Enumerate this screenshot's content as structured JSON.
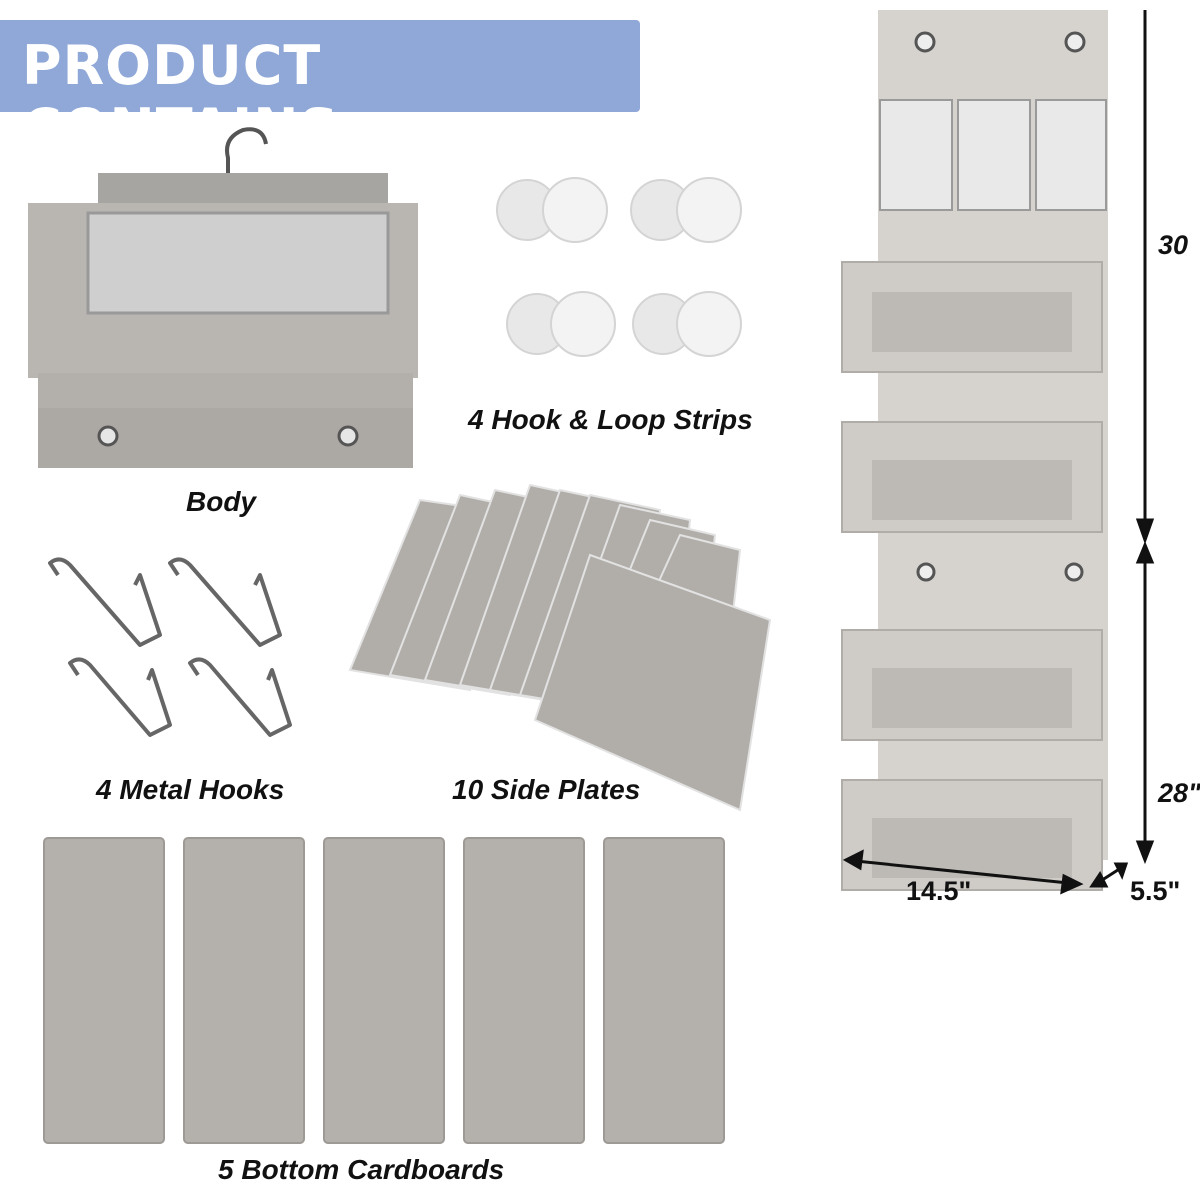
{
  "header": {
    "title": "PRODUCT CONTAINS"
  },
  "items": {
    "body": "Body",
    "strips": "4 Hook & Loop Strips",
    "hooks": "4 Metal Hooks",
    "plates": "10 Side Plates",
    "cardboards": "5 Bottom Cardboards"
  },
  "dimensions": {
    "top_height": "30",
    "bottom_height": "28\"",
    "width": "14.5\"",
    "depth": "5.5\""
  },
  "colors": {
    "banner": "#8fa8d8",
    "fabric": "#b8b8b8",
    "fabric_light": "#d9d6d2"
  }
}
